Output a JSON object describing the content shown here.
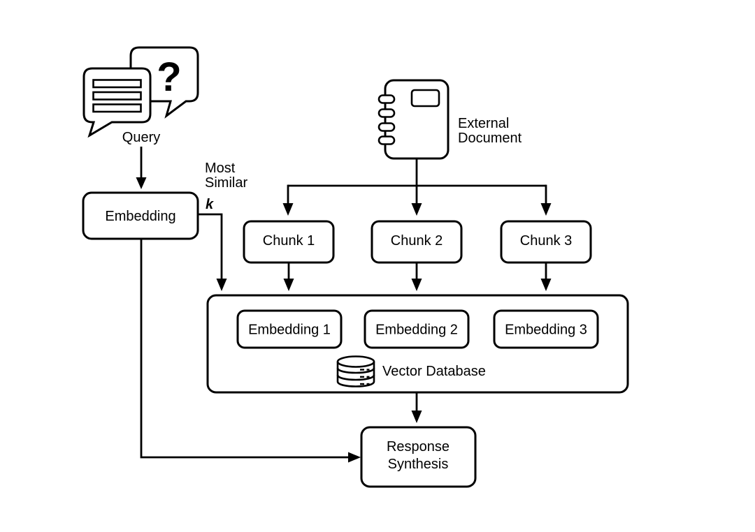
{
  "diagram": {
    "query": {
      "question_mark": "?",
      "label": "Query"
    },
    "embedding": {
      "label": "Embedding"
    },
    "most_similar": {
      "line1": "Most",
      "line2": "Similar",
      "line3": "k"
    },
    "external_document": {
      "line1": "External",
      "line2": "Document"
    },
    "chunks": [
      {
        "label": "Chunk 1"
      },
      {
        "label": "Chunk 2"
      },
      {
        "label": "Chunk 3"
      }
    ],
    "vector_database": {
      "label": "Vector Database",
      "embeddings": [
        {
          "label": "Embedding 1"
        },
        {
          "label": "Embedding 2"
        },
        {
          "label": "Embedding 3"
        }
      ]
    },
    "response_synthesis": {
      "line1": "Response",
      "line2": "Synthesis"
    },
    "colors": {
      "line": "#000000",
      "background": "#ffffff"
    }
  }
}
